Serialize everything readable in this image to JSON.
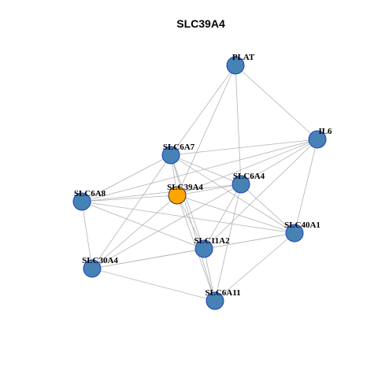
{
  "title": "SLC39A4",
  "colors": {
    "node_fill": "#4682b4",
    "node_stroke": "#1f3fbf",
    "center_fill": "#ffa500",
    "center_stroke": "#333333",
    "edge": "#b3b3b3"
  },
  "network": {
    "center": "SLC39A4",
    "nodes": [
      {
        "id": "PLAT",
        "label": "PLAT"
      },
      {
        "id": "IL6",
        "label": "IL6"
      },
      {
        "id": "SLC6A7",
        "label": "SLC6A7"
      },
      {
        "id": "SLC6A4",
        "label": "SLC6A4"
      },
      {
        "id": "SLC39A4",
        "label": "SLC39A4"
      },
      {
        "id": "SLC6A8",
        "label": "SLC6A8"
      },
      {
        "id": "SLC40A1",
        "label": "SLC40A1"
      },
      {
        "id": "SLC11A2",
        "label": "SLC11A2"
      },
      {
        "id": "SLC30A4",
        "label": "SLC30A4"
      },
      {
        "id": "SLC6A11",
        "label": "SLC6A11"
      }
    ],
    "edges": [
      [
        "PLAT",
        "IL6"
      ],
      [
        "PLAT",
        "SLC6A7"
      ],
      [
        "PLAT",
        "SLC6A4"
      ],
      [
        "PLAT",
        "SLC39A4"
      ],
      [
        "IL6",
        "SLC6A7"
      ],
      [
        "IL6",
        "SLC6A4"
      ],
      [
        "IL6",
        "SLC39A4"
      ],
      [
        "IL6",
        "SLC40A1"
      ],
      [
        "IL6",
        "SLC11A2"
      ],
      [
        "IL6",
        "SLC6A8"
      ],
      [
        "SLC6A7",
        "SLC6A8"
      ],
      [
        "SLC6A7",
        "SLC6A4"
      ],
      [
        "SLC6A7",
        "SLC39A4"
      ],
      [
        "SLC6A7",
        "SLC40A1"
      ],
      [
        "SLC6A7",
        "SLC11A2"
      ],
      [
        "SLC6A7",
        "SLC30A4"
      ],
      [
        "SLC6A7",
        "SLC6A11"
      ],
      [
        "SLC6A4",
        "SLC39A4"
      ],
      [
        "SLC6A4",
        "SLC6A8"
      ],
      [
        "SLC6A4",
        "SLC11A2"
      ],
      [
        "SLC6A4",
        "SLC6A11"
      ],
      [
        "SLC6A4",
        "SLC30A4"
      ],
      [
        "SLC6A4",
        "SLC40A1"
      ],
      [
        "SLC39A4",
        "SLC6A8"
      ],
      [
        "SLC39A4",
        "SLC11A2"
      ],
      [
        "SLC39A4",
        "SLC6A11"
      ],
      [
        "SLC39A4",
        "SLC40A1"
      ],
      [
        "SLC39A4",
        "SLC30A4"
      ],
      [
        "SLC6A8",
        "SLC30A4"
      ],
      [
        "SLC6A8",
        "SLC11A2"
      ],
      [
        "SLC6A8",
        "SLC40A1"
      ],
      [
        "SLC40A1",
        "SLC11A2"
      ],
      [
        "SLC40A1",
        "SLC6A11"
      ],
      [
        "SLC40A1",
        "SLC30A4"
      ],
      [
        "SLC11A2",
        "SLC30A4"
      ],
      [
        "SLC11A2",
        "SLC6A11"
      ],
      [
        "SLC30A4",
        "SLC6A11"
      ]
    ]
  }
}
